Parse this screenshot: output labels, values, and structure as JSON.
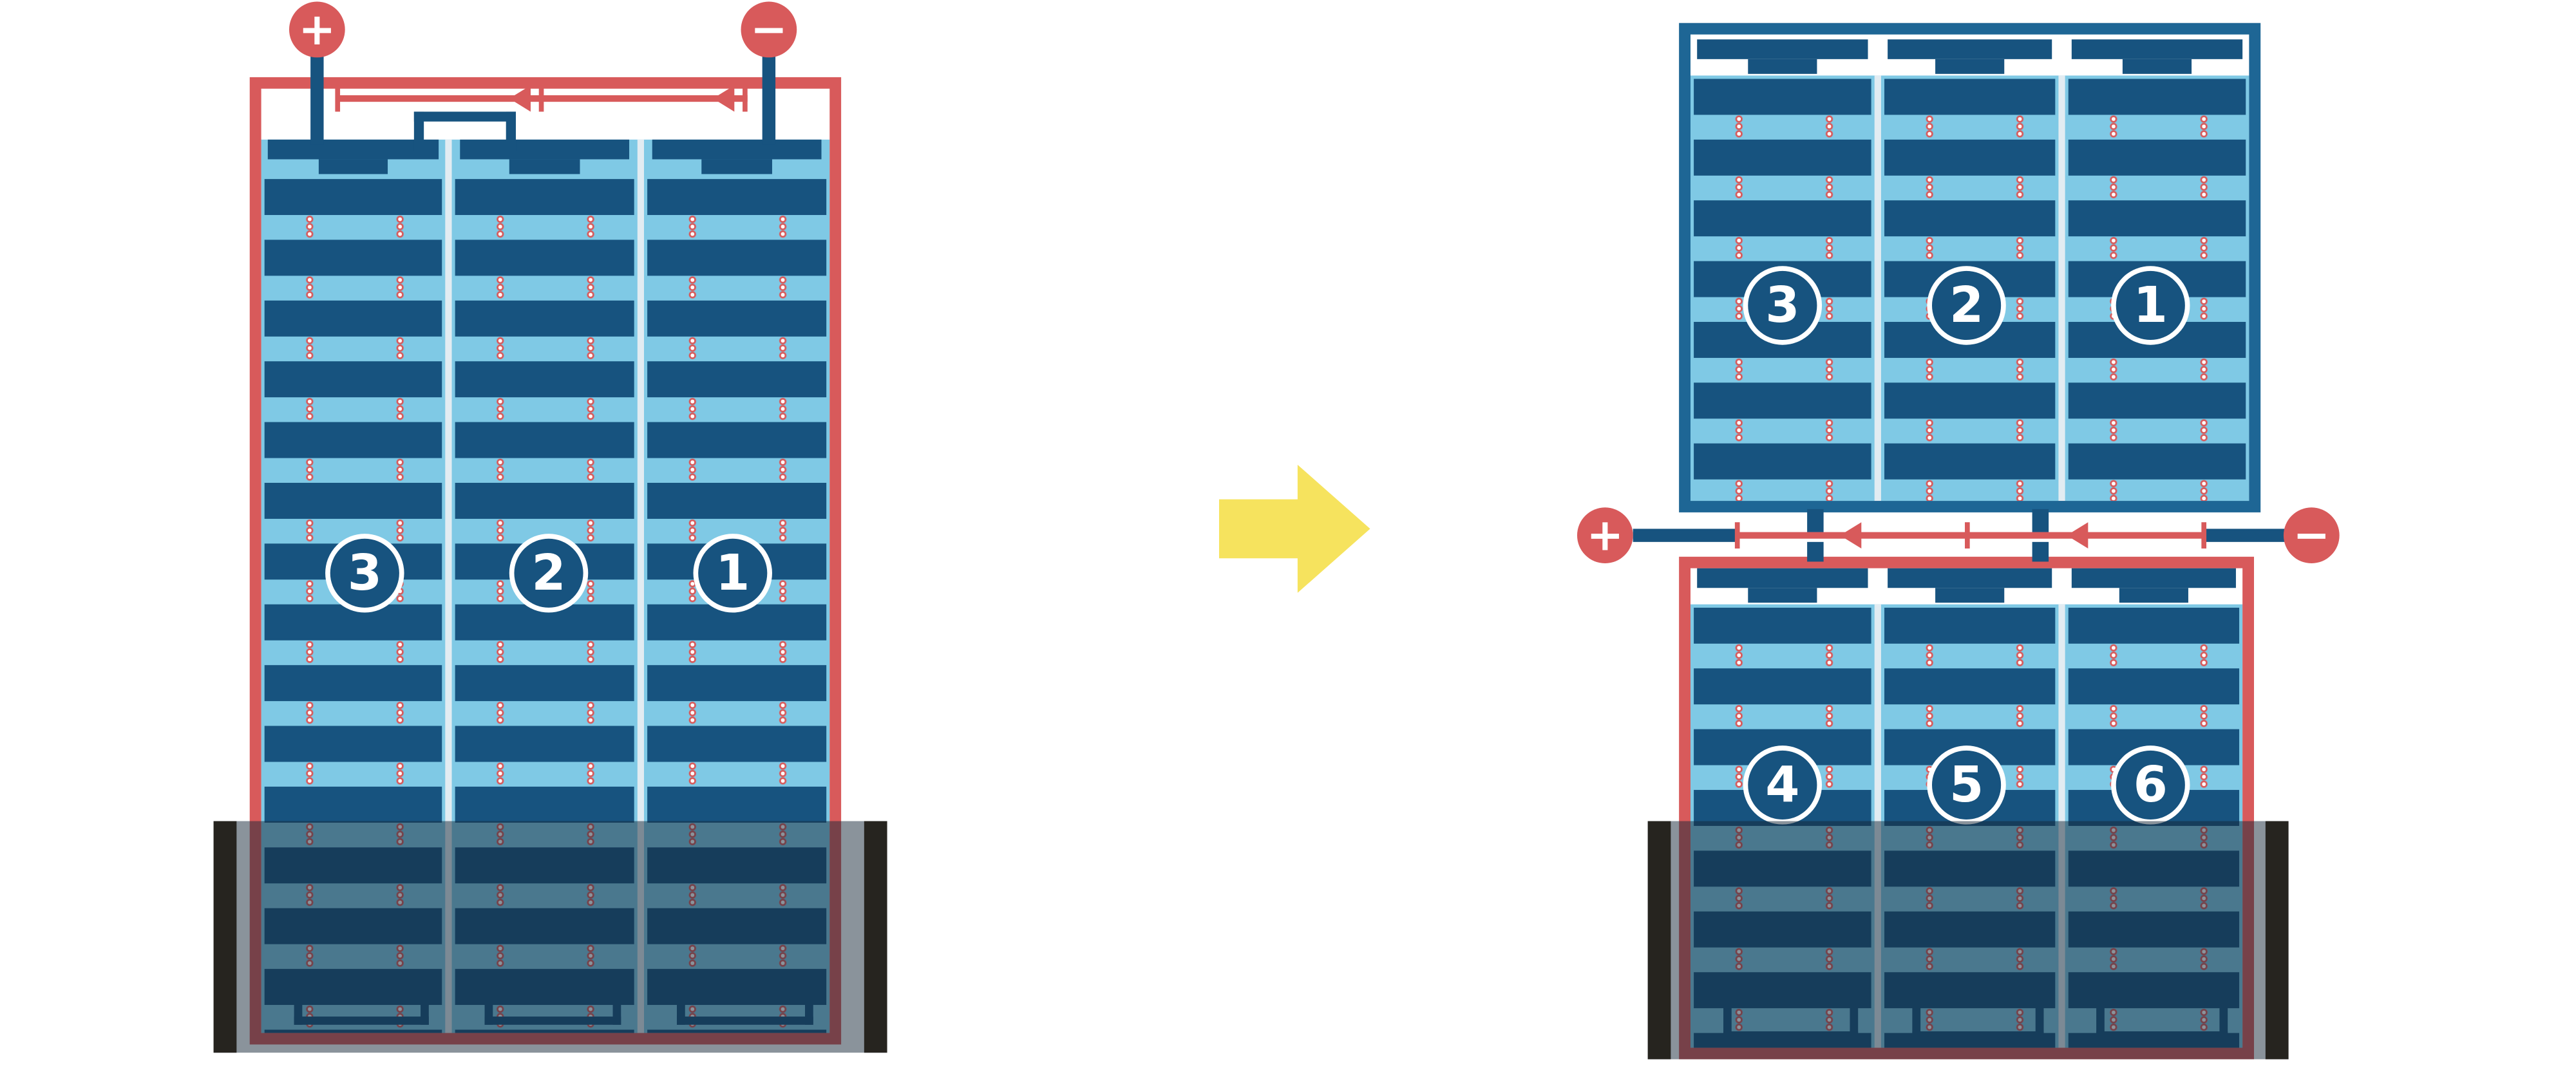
{
  "colors": {
    "red": "#d85a5b",
    "navy": "#17537f",
    "frame_blue": "#1e6695",
    "panel_blue": "#7fc9e5",
    "separator": "#e2ecf2",
    "yellow": "#f6e35e",
    "water": "rgba(22,40,56,0.5)",
    "bar": "#26241f"
  },
  "left_assembly": {
    "positive_terminal": "+",
    "negative_terminal": "−",
    "modules": [
      {
        "label": "3"
      },
      {
        "label": "2"
      },
      {
        "label": "1"
      }
    ]
  },
  "transform_arrow": {
    "direction": "right"
  },
  "right_assembly": {
    "positive_terminal": "+",
    "negative_terminal": "−",
    "top_panel_modules": [
      {
        "label": "3"
      },
      {
        "label": "2"
      },
      {
        "label": "1"
      }
    ],
    "bottom_panel_modules": [
      {
        "label": "4"
      },
      {
        "label": "5"
      },
      {
        "label": "6"
      }
    ]
  }
}
